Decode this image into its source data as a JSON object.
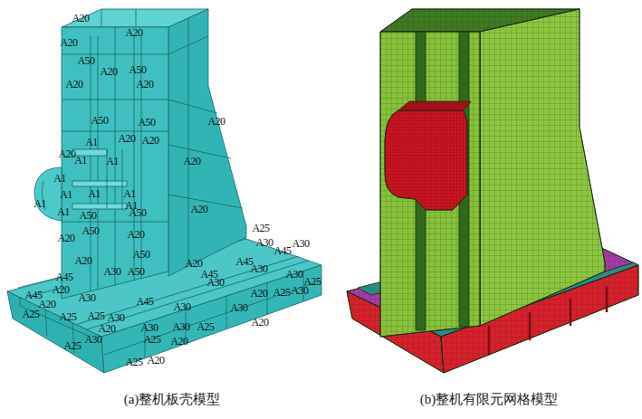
{
  "diagram": {
    "labels": [
      "A20",
      "A20",
      "A20",
      "A50",
      "A20",
      "A50",
      "A20",
      "A20",
      "A50",
      "A50",
      "A20",
      "A20",
      "A1",
      "A20",
      "A20",
      "A1",
      "A1",
      "A20",
      "A1",
      "A1",
      "A1",
      "A1",
      "A1",
      "A1",
      "A1",
      "A20",
      "A50",
      "A50",
      "A50",
      "A25",
      "A20",
      "A20",
      "A30",
      "A45",
      "A30",
      "A50",
      "A20",
      "A20",
      "A45",
      "A30",
      "A30",
      "A50",
      "A45",
      "A30",
      "A45",
      "A30",
      "A25",
      "A20",
      "A30",
      "A45",
      "A25",
      "A30",
      "A20",
      "A45",
      "A20",
      "A30",
      "A30",
      "A25",
      "A25",
      "A30",
      "A25",
      "A20",
      "A30",
      "A25",
      "A30",
      "A20",
      "A30",
      "A25",
      "A25",
      "A20",
      "A25",
      "A20",
      "(a)整机板壳模型",
      "(b)整机有限元网格模型"
    ]
  }
}
